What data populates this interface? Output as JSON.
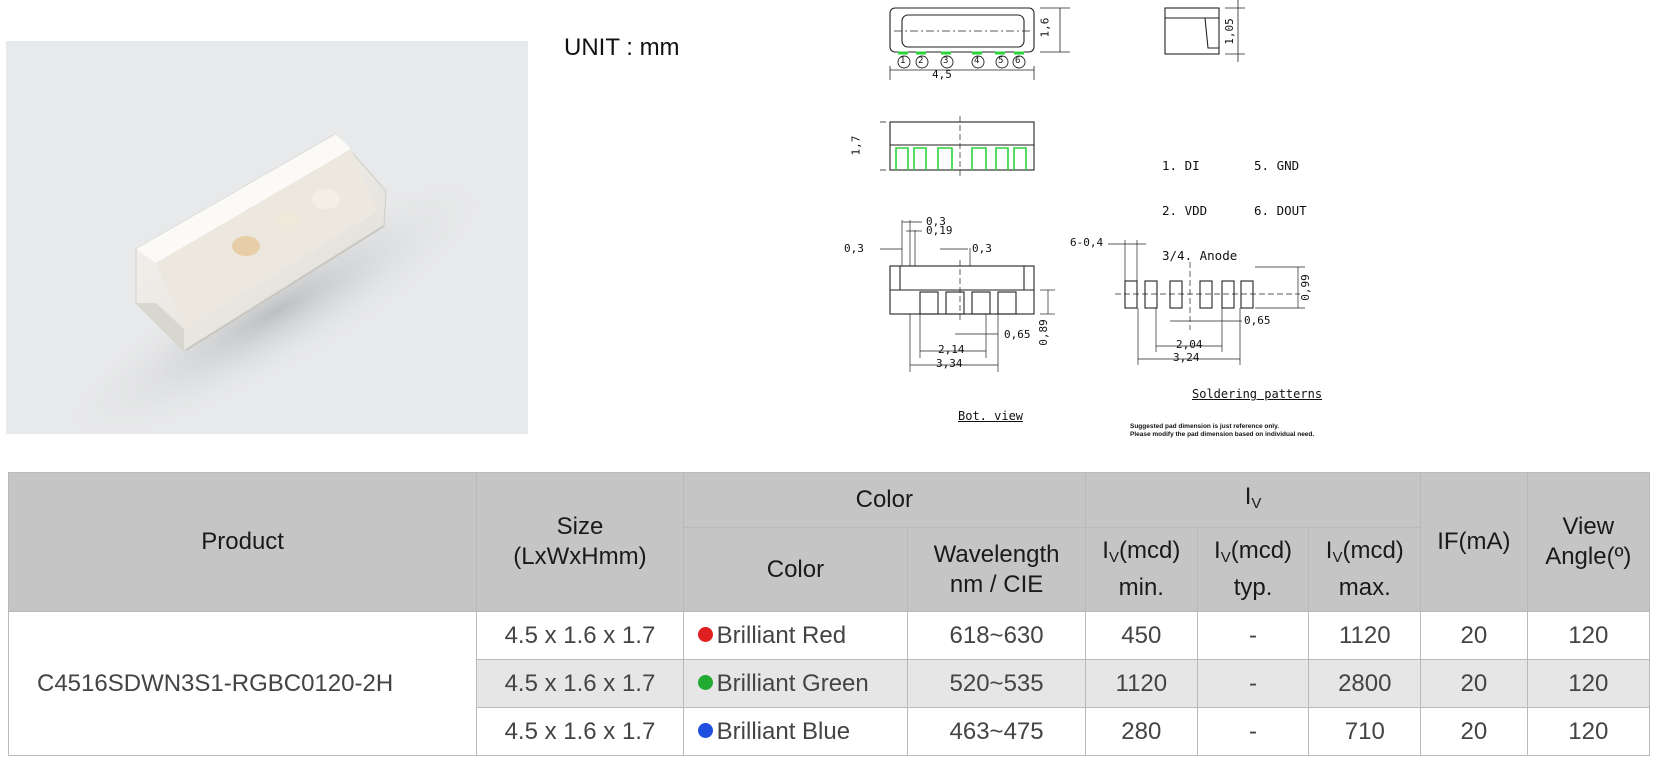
{
  "unit_label": "UNIT : mm",
  "drawing": {
    "dims": {
      "top_width": "4,5",
      "top_height": "1,6",
      "side_height": "1,05",
      "front_height": "1,7",
      "bot_0_3_a": "0,3",
      "bot_0_19": "0,19",
      "bot_0_3_left": "0,3",
      "bot_0_3_right": "0,3",
      "bot_0_65": "0,65",
      "bot_0_89": "0,89",
      "bot_2_14": "2,14",
      "bot_3_34": "3,34",
      "pad_6_0_4": "6-0,4",
      "pad_0_99": "0,99",
      "pad_0_65": "0,65",
      "pad_2_04": "2,04",
      "pad_3_24": "3,24"
    },
    "pin_numbers": [
      "1",
      "2",
      "3",
      "4",
      "5",
      "6"
    ],
    "pins": [
      {
        "left": "1. DI",
        "right": "5. GND"
      },
      {
        "left": "2. VDD",
        "right": "6. DOUT"
      },
      {
        "left": "3/4. Anode",
        "right": ""
      }
    ],
    "bottom_view_label": "Bot. view",
    "soldering_label": "Soldering patterns",
    "note_line1": "Suggested pad dimension is just reference only.",
    "note_line2": "Please modify the pad dimension based on individual need."
  },
  "table": {
    "headers": {
      "product": "Product",
      "size_line1": "Size",
      "size_line2": "(LxWxHmm)",
      "color_group": "Color",
      "color": "Color",
      "wavelength_line1": "Wavelength",
      "wavelength_line2": "nm / CIE",
      "iv_group": "I",
      "iv_sub": "V",
      "iv_min_pre": "I",
      "iv_min_sub": "V",
      "iv_min_unit": "(mcd)",
      "iv_min_label": "min.",
      "iv_typ_pre": "I",
      "iv_typ_sub": "V",
      "iv_typ_unit": "(mcd)",
      "iv_typ_label": "typ.",
      "iv_max_pre": "I",
      "iv_max_sub": "V",
      "iv_max_unit": "(mcd)",
      "iv_max_label": "max.",
      "if": "IF(mA)",
      "view_line1": "View",
      "view_line2": "Angle(º)"
    },
    "product": "C4516SDWN3S1-RGBC0120-2H",
    "rows": [
      {
        "size": "4.5 x 1.6 x 1.7",
        "dot_color": "#e02020",
        "color": "Brilliant Red",
        "wavelength": "618~630",
        "iv_min": "450",
        "iv_typ": "-",
        "iv_max": "1120",
        "if": "20",
        "view": "120"
      },
      {
        "size": "4.5 x 1.6 x 1.7",
        "dot_color": "#22aa33",
        "color": "Brilliant Green",
        "wavelength": "520~535",
        "iv_min": "1120",
        "iv_typ": "-",
        "iv_max": "2800",
        "if": "20",
        "view": "120"
      },
      {
        "size": "4.5 x 1.6 x 1.7",
        "dot_color": "#1f4fe0",
        "color": "Brilliant Blue",
        "wavelength": "463~475",
        "iv_min": "280",
        "iv_typ": "-",
        "iv_max": "710",
        "if": "20",
        "view": "120"
      }
    ]
  }
}
